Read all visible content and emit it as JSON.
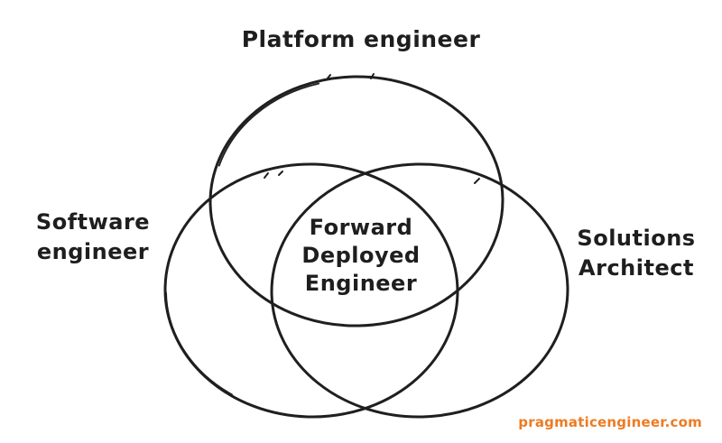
{
  "diagram": {
    "type": "venn",
    "sets": [
      "Platform engineer",
      "Software engineer",
      "Solutions Architect"
    ],
    "triple_intersection": "Forward Deployed Engineer"
  },
  "labels": {
    "platform": {
      "text": "Platform engineer"
    },
    "software": {
      "lines": [
        "Software",
        "engineer"
      ]
    },
    "solutions": {
      "lines": [
        "Solutions",
        "Architect"
      ]
    },
    "center": {
      "lines": [
        "Forward",
        "Deployed",
        "Engineer"
      ]
    },
    "watermark": {
      "text": "pragmaticengineer.com"
    }
  },
  "colors": {
    "stroke": "#1f1f1f",
    "background": "#ffffff",
    "watermark": "#ed7b23"
  }
}
